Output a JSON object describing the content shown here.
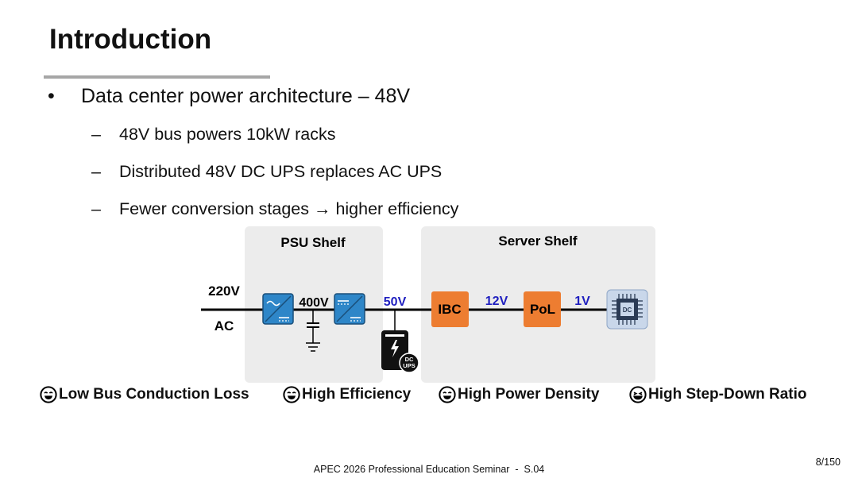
{
  "slide": {
    "title": "Introduction",
    "bullet": "Data center power architecture – 48V",
    "sub_bullets": [
      "48V bus powers 10kW racks",
      "Distributed 48V DC UPS replaces AC UPS",
      "Fewer conversion stages → higher efficiency"
    ]
  },
  "diagram": {
    "psu_shelf_label": "PSU Shelf",
    "server_shelf_label": "Server Shelf",
    "input_label_top": "220V",
    "input_label_bottom": "AC",
    "v400": "400V",
    "v50": "50V",
    "v12": "12V",
    "v1": "1V",
    "ibc": "IBC",
    "pol": "PoL",
    "ups_line1": "DC",
    "ups_line2": "UPS",
    "chip_text": "DC",
    "colors": {
      "accent_blue": "#1f1fbf",
      "orange": "#ed7d31",
      "converter_blue": "#2e86c8",
      "shelf_gray": "#ececec"
    }
  },
  "benefits": [
    "Low Bus Conduction Loss",
    "High Efficiency",
    "High Power Density",
    "High Step-Down Ratio"
  ],
  "footer": {
    "text": "APEC 2026 Professional Education Seminar  -  S.04",
    "page": "8/150"
  }
}
